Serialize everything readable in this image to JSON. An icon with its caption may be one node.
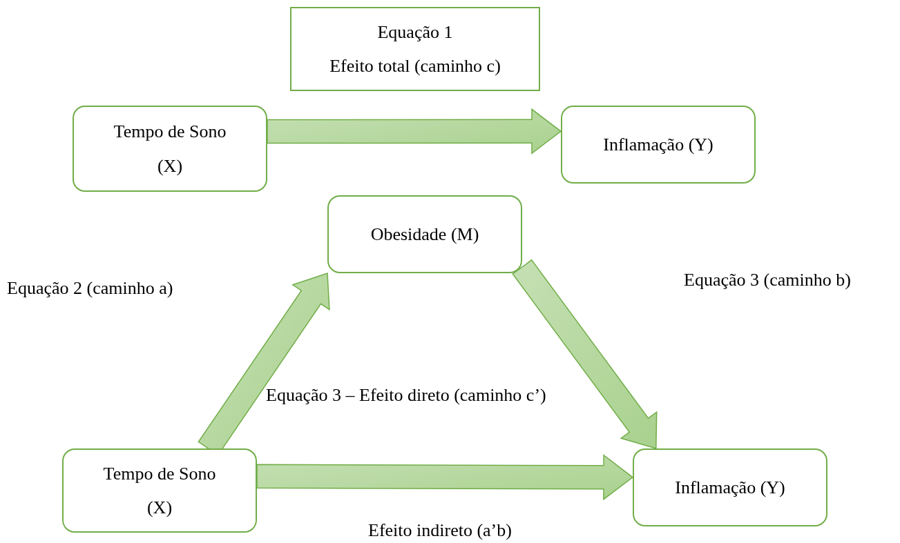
{
  "diagram": {
    "nodes": [
      {
        "text": [
          "Equação 1",
          "Efeito total (caminho c)"
        ]
      },
      {
        "text": [
          "Tempo de Sono (X)"
        ]
      },
      {
        "text": [
          "Inflamação (Y)"
        ]
      },
      {
        "text": [
          "Obesidade (M)"
        ]
      },
      {
        "text": [
          "Tempo de Sono (X)"
        ]
      },
      {
        "text": [
          "Inflamação (Y)"
        ]
      }
    ],
    "edges": [
      {
        "from": 1,
        "to": 2,
        "arrow": "to",
        "style": "thick"
      },
      {
        "from": 4,
        "to": 3,
        "arrow": "to",
        "style": "thick"
      },
      {
        "from": 3,
        "to": 5,
        "arrow": "to",
        "style": "thick"
      },
      {
        "from": 4,
        "to": 5,
        "arrow": "to",
        "style": "thick"
      }
    ],
    "labels": [
      "Equação 2 (caminho a)",
      "Equação 3 (caminho b)",
      "Equação 3 – Efeito direto (caminho c’)",
      "Efeito indireto (a’b)"
    ]
  }
}
